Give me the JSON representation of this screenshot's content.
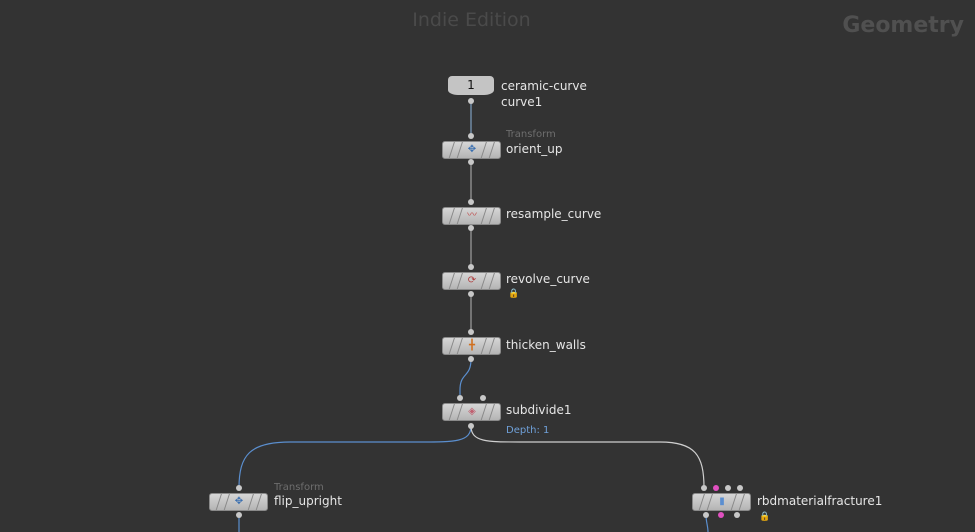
{
  "watermark": {
    "edition": "Indie Edition",
    "context": "Geometry"
  },
  "nodes": {
    "curve": {
      "badge": "1",
      "comment": "ceramic-curve",
      "name": "curve1"
    },
    "orient": {
      "type": "Transform",
      "name": "orient_up",
      "icon": "transform-icon"
    },
    "resample": {
      "name": "resample_curve",
      "icon": "resample-icon"
    },
    "revolve": {
      "name": "revolve_curve",
      "icon": "revolve-icon",
      "lock": "🔒"
    },
    "thicken": {
      "name": "thicken_walls",
      "icon": "polyextrude-icon"
    },
    "subdivide": {
      "name": "subdivide1",
      "param": "Depth: 1",
      "icon": "subdivide-icon"
    },
    "flip": {
      "type": "Transform",
      "name": "flip_upright",
      "icon": "transform-icon"
    },
    "rbd": {
      "name": "rbdmaterialfracture1",
      "icon": "rbd-fracture-icon",
      "lock": "🔒"
    }
  },
  "colors": {
    "wire": "#a0a0a0",
    "wire_blue": "#5b8fcf",
    "accent_pink": "#e050c0"
  }
}
